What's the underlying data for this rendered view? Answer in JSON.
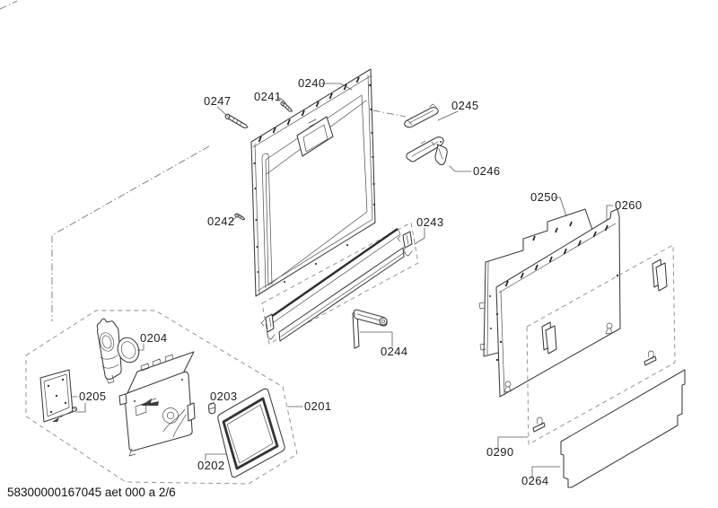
{
  "footer": {
    "text": "58300000167045 aet 000 a 2/6"
  },
  "part_labels": {
    "p0240": "0240",
    "p0241": "0241",
    "p0242": "0242",
    "p0243": "0243",
    "p0244": "0244",
    "p0245": "0245",
    "p0246": "0246",
    "p0247": "0247",
    "p0250": "0250",
    "p0260": "0260",
    "p0264": "0264",
    "p0290": "0290",
    "p0201": "0201",
    "p0202": "0202",
    "p0203": "0203",
    "p0204": "0204",
    "p0205": "0205"
  },
  "colors": {
    "line": "#3b3b3b",
    "phantom": "#8a8a8a",
    "text": "#1d1d1d",
    "background": "#ffffff"
  }
}
